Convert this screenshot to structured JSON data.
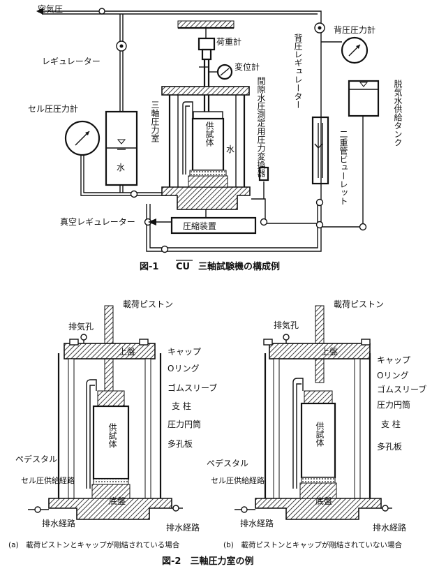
{
  "figure1": {
    "caption_prefix": "図-1",
    "caption_cu": "CU",
    "caption_rest": "三軸試験機の構成例",
    "labels": {
      "air_pressure": "空気圧",
      "regulator": "レギュレーター",
      "load_cell": "荷重計",
      "displacement_gauge": "変位計",
      "triaxial_chamber": "三軸圧力室",
      "pore_pressure_transducer": "間隙水圧測定用圧力変換器",
      "back_pressure_regulator": "背圧レギュレーター",
      "back_pressure_gauge": "背圧圧力計",
      "deaired_water_tank": "脱気水供給タンク",
      "double_burette": "二重管ビューレット",
      "cell_pressure_gauge": "セル圧圧力計",
      "water_tank": "水",
      "water_chamber": "水",
      "specimen": "供試体",
      "vacuum_regulator": "真空レギュレーター",
      "compression_device": "圧縮装置"
    }
  },
  "figure2": {
    "caption": "図-2　三軸圧力室の例",
    "panel_a": {
      "caption": "(a)　載荷ピストンとキャップが剛結されている場合",
      "labels": {
        "piston": "載荷ピストン",
        "vent": "排気孔",
        "top_plate": "上盤",
        "cap": "キャップ",
        "o_ring": "Oリング",
        "rubber_sleeve": "ゴムスリーブ",
        "column": "支 柱",
        "cylinder": "圧力円筒",
        "porous_plate": "多孔板",
        "specimen": "供試体",
        "pedestal": "ペデスタル",
        "cell_supply": "セル圧供給経路",
        "base": "底盤",
        "drain_left": "排水経路",
        "drain_right": "排水経路"
      }
    },
    "panel_b": {
      "caption": "(b)　載荷ピストンとキャップが剛結されていない場合",
      "labels": {
        "piston": "載荷ピストン",
        "vent": "排気孔",
        "top_plate": "上盤",
        "cap": "キャップ",
        "o_ring": "Oリング",
        "rubber_sleeve": "ゴムスリーブ",
        "cylinder": "圧力円筒",
        "column": "支 柱",
        "porous_plate": "多孔板",
        "specimen": "供試体",
        "pedestal": "ペデスタル",
        "cell_supply": "セル圧供給経路",
        "base": "底盤",
        "drain_left": "排水経路",
        "drain_right": "排水経路"
      }
    }
  }
}
